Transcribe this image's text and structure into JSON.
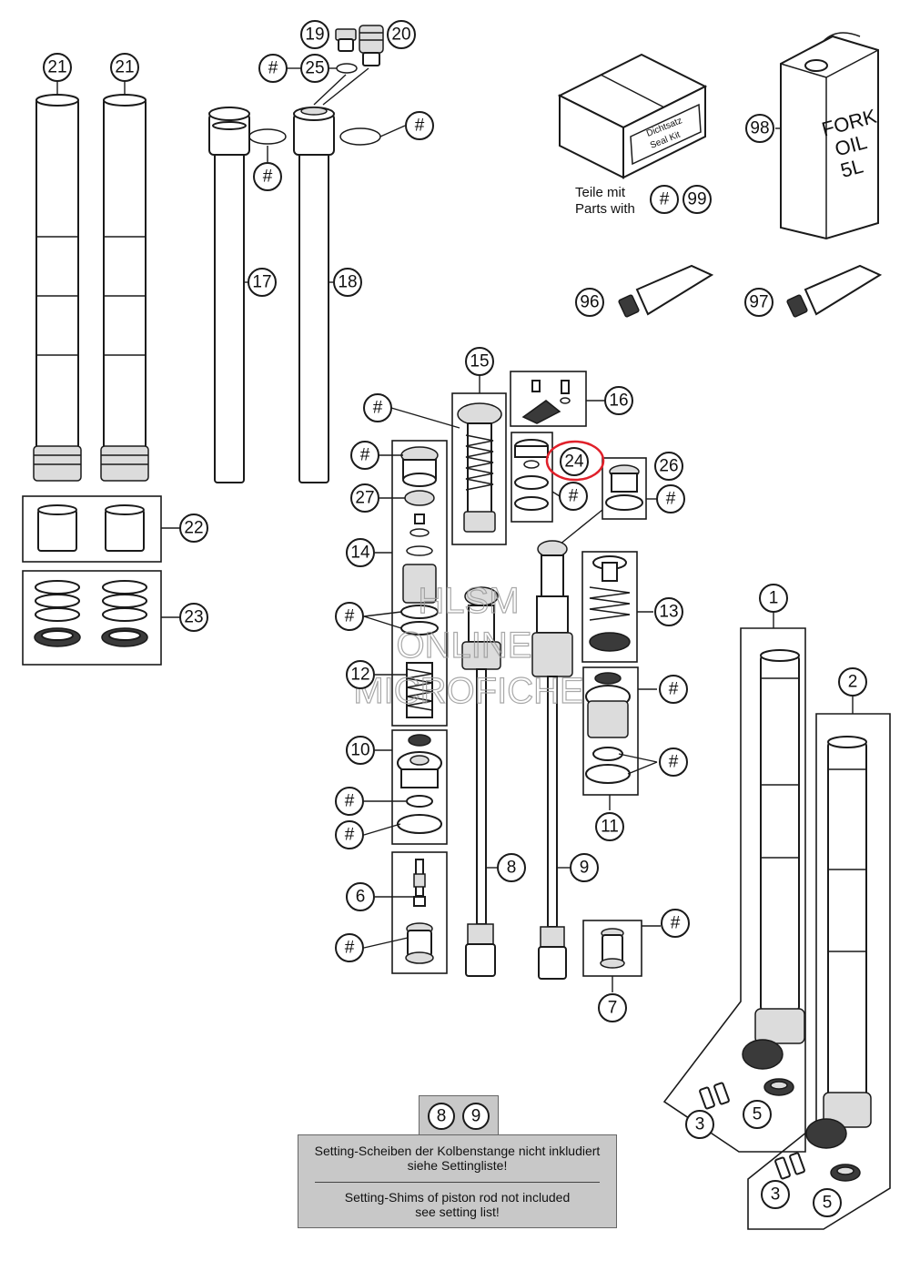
{
  "callouts": {
    "c1": "1",
    "c2": "2",
    "c3a": "3",
    "c3b": "3",
    "c5a": "5",
    "c5b": "5",
    "c6": "6",
    "c7": "7",
    "c8": "8",
    "c9": "9",
    "c10": "10",
    "c11": "11",
    "c12": "12",
    "c13": "13",
    "c14": "14",
    "c15": "15",
    "c16": "16",
    "c17": "17",
    "c18": "18",
    "c19": "19",
    "c20": "20",
    "c21a": "21",
    "c21b": "21",
    "c22": "22",
    "c23": "23",
    "c24": "24",
    "c25": "25",
    "c26": "26",
    "c27": "27",
    "c96": "96",
    "c97": "97",
    "c98": "98",
    "c99": "99",
    "note8": "8",
    "note9": "9",
    "hash": "#"
  },
  "seal_kit": {
    "box_label_de": "Dichtsatz",
    "box_label_en": "Seal Kit",
    "teile_mit": "Teile mit",
    "parts_with": "Parts with"
  },
  "oil_can": {
    "line1": "FORK",
    "line2": "OIL",
    "line3": "5L"
  },
  "note": {
    "de_line1": "Setting-Scheiben der Kolbenstange nicht inkludiert",
    "de_line2": "siehe Settingliste!",
    "en_line1": "Setting-Shims of piston rod not included",
    "en_line2": "see setting list!"
  },
  "watermark": {
    "line1": "HLSM",
    "line2": "ONLINE",
    "line3": "MICROFICHE"
  },
  "highlight": {
    "part": "24",
    "color": "#e0202a"
  }
}
